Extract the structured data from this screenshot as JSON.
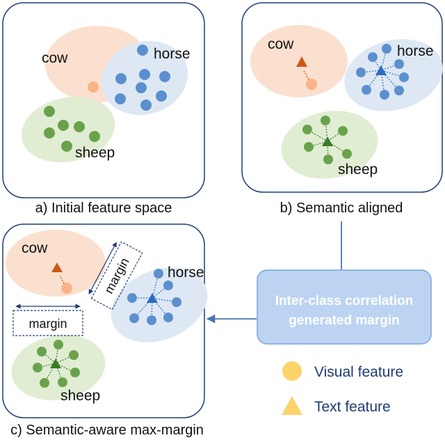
{
  "panels": {
    "a": {
      "caption": "a) Initial feature space",
      "labels": {
        "cow": "cow",
        "horse": "horse",
        "sheep": "sheep"
      }
    },
    "b": {
      "caption": "b) Semantic aligned",
      "labels": {
        "cow": "cow",
        "horse": "horse",
        "sheep": "sheep"
      }
    },
    "c": {
      "caption": "c) Semantic-aware max-margin",
      "labels": {
        "cow": "cow",
        "horse": "horse",
        "sheep": "sheep"
      },
      "margin_labels": [
        "margin",
        "margin"
      ]
    }
  },
  "process_box": {
    "line1": "Inter-class correlation",
    "line2": "generated margin"
  },
  "legend": {
    "visual": "Visual feature",
    "text": "Text feature"
  },
  "colors": {
    "panel_border": "#1f3b73",
    "cow_fill": "#fbe0cf",
    "cow_point": "#f7b489",
    "cow_text_feature": "#cc5a14",
    "horse_fill": "#dde8f4",
    "horse_point": "#5c8fce",
    "horse_text_feature": "#2e6bc0",
    "sheep_fill": "#e0edd3",
    "sheep_point": "#6aa24c",
    "sheep_text_feature": "#3c7a28",
    "process_fill": "#bcd4f2",
    "process_border": "#7aa4dc",
    "process_text": "#ffffff",
    "legend_visual": "#fdd36a",
    "legend_text": "#fdd36a",
    "connector": "#4a74b0"
  }
}
